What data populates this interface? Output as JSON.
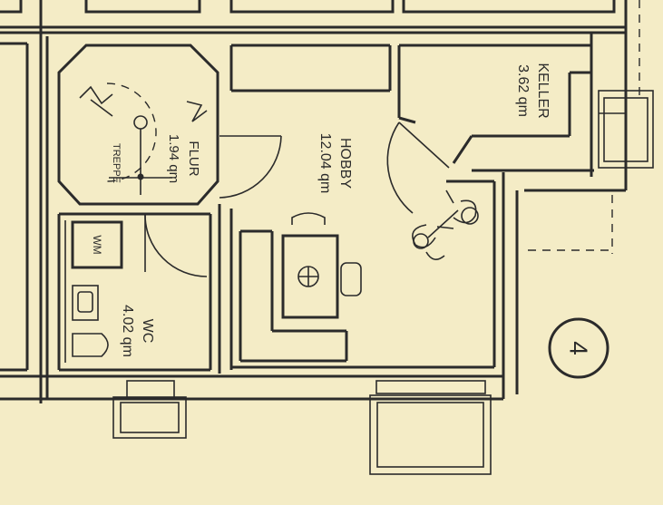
{
  "rooms": {
    "keller": {
      "name": "KELLER",
      "area": "3.62 qm"
    },
    "hobby": {
      "name": "HOBBY",
      "area": "12.04 qm"
    },
    "flur": {
      "name": "FLUR",
      "area": "1.94 qm"
    },
    "treppe": {
      "name": "TREPPE"
    },
    "wc": {
      "name": "WC",
      "area": "4.02 qm"
    }
  },
  "fixtures": {
    "washing_machine": "WM"
  },
  "marker": {
    "number": "4"
  },
  "colors": {
    "paper": "#f4ecc6",
    "ink": "#2b2b2b"
  }
}
